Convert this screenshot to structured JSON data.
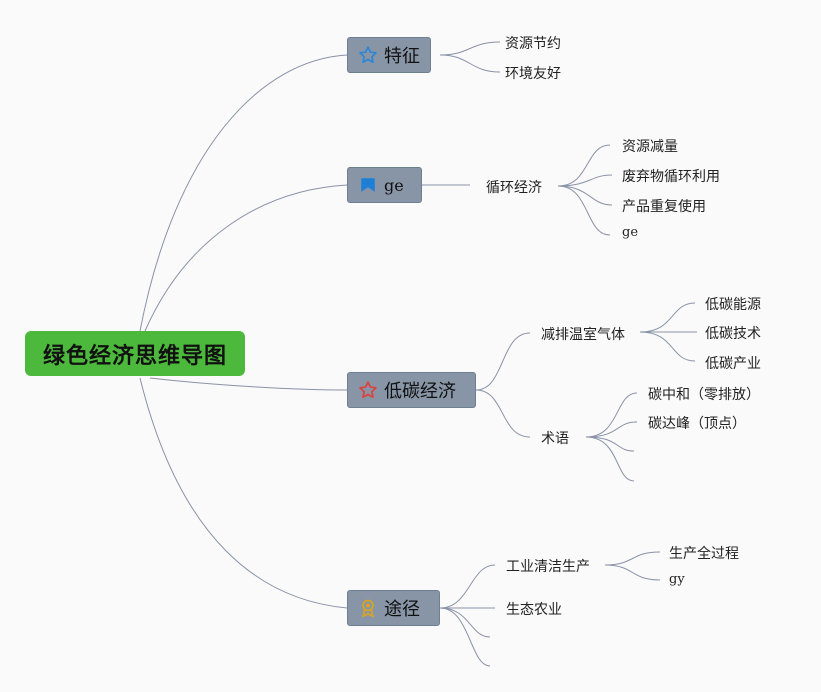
{
  "root": {
    "label": "绿色经济思维导图"
  },
  "branches": {
    "b1": {
      "label": "特征",
      "icon": "star-outline-icon"
    },
    "b2": {
      "label": "ge",
      "icon": "flag-icon"
    },
    "b3": {
      "label": "低碳经济",
      "icon": "star-outline-icon"
    },
    "b4": {
      "label": "途径",
      "icon": "award-icon"
    }
  },
  "nodes": {
    "b1_c1": "资源节约",
    "b1_c2": "环境友好",
    "b2_c1": "循环经济",
    "b2_c1_1": "资源减量",
    "b2_c1_2": "废弃物循环利用",
    "b2_c1_3": "产品重复使用",
    "b2_c1_4": "ge",
    "b3_c1": "减排温室气体",
    "b3_c1_1": "低碳能源",
    "b3_c1_2": "低碳技术",
    "b3_c1_3": "低碳产业",
    "b3_c2": "术语",
    "b3_c2_1": "碳中和（零排放）",
    "b3_c2_2": "碳达峰（顶点）",
    "b4_c1": "工业清洁生产",
    "b4_c1_1": "生产全过程",
    "b4_c1_2": "gy",
    "b4_c2": "生态农业"
  },
  "colors": {
    "root": "#4cb83c",
    "branch": "#8795a6",
    "line": "#8a92a8",
    "star_blue": "#2b86d6",
    "star_red": "#e0413a",
    "flag_blue": "#1f7fd6",
    "award_gold": "#d9a426"
  }
}
